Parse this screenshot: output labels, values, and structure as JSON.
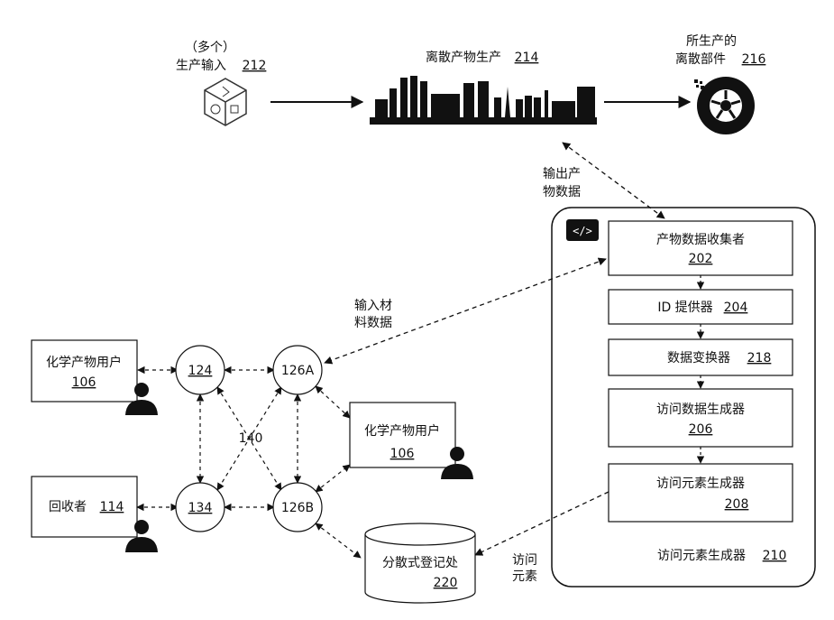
{
  "top": {
    "inputs": {
      "line1": "（多个）",
      "line2": "生产输入",
      "ref": "212"
    },
    "production": {
      "label": "离散产物生产",
      "ref": "214"
    },
    "parts": {
      "line1": "所生产的",
      "line2": "离散部件",
      "ref": "216"
    }
  },
  "labels": {
    "output_data": {
      "line1": "输出产",
      "line2": "物数据"
    },
    "input_material": {
      "line1": "输入材",
      "line2": "料数据"
    },
    "access_element": {
      "line1": "访问",
      "line2": "元素"
    },
    "network_ref": "140"
  },
  "system": {
    "code_icon": "</>",
    "collector": {
      "label": "产物数据收集者",
      "ref": "202"
    },
    "id_provider": {
      "label": "ID 提供器",
      "ref": "204"
    },
    "transformer": {
      "label": "数据变换器",
      "ref": "218"
    },
    "access_data_gen": {
      "label": "访问数据生成器",
      "ref": "206"
    },
    "access_elem_gen": {
      "label": "访问元素生成器",
      "ref": "208"
    },
    "outer": {
      "label": "访问元素生成器",
      "ref": "210"
    }
  },
  "actors": {
    "user_left": {
      "label": "化学产物用户",
      "ref": "106"
    },
    "user_right": {
      "label": "化学产物用户",
      "ref": "106"
    },
    "recycler": {
      "label": "回收者",
      "ref": "114"
    }
  },
  "nodes": {
    "n124": "124",
    "n126a": "126A",
    "n134": "134",
    "n126b": "126B"
  },
  "ledger": {
    "label": "分散式登记处",
    "ref": "220"
  },
  "icon_names": [
    "cube-icon",
    "factory-icon",
    "tire-icon",
    "person-icon",
    "code-icon",
    "database-icon"
  ]
}
